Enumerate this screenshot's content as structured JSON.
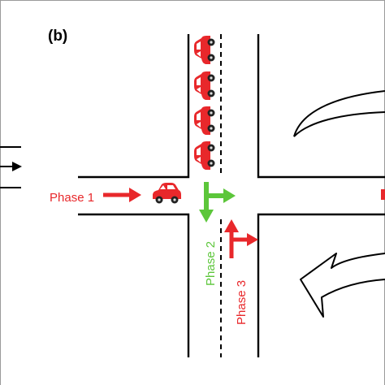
{
  "panel_label": "(b)",
  "phases": {
    "phase1": {
      "label": "Phase 1",
      "color": "#e8282b"
    },
    "phase2": {
      "label": "Phase 2",
      "color": "#5cc63a"
    },
    "phase3": {
      "label": "Phase 3",
      "color": "#e8282b"
    }
  },
  "colors": {
    "road_line": "#000000",
    "car_body": "#e8282b",
    "frame": "#9a9a9a"
  },
  "vehicles": {
    "queued_northbound_count": 4,
    "westbound_count": 1
  }
}
